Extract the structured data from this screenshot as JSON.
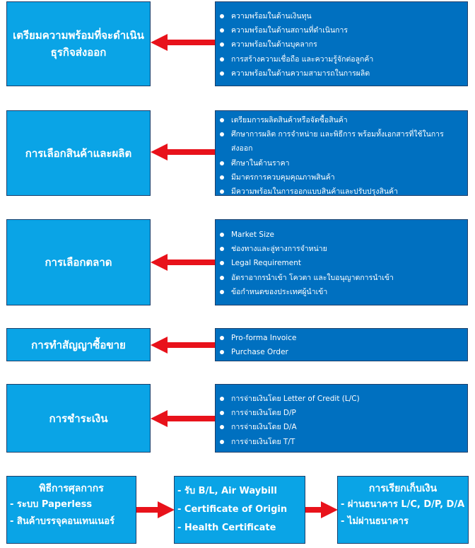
{
  "steps": [
    {
      "title": "เตรียมความพร้อมที่จะดำเนินธุรกิจส่งออก",
      "items": [
        "ความพร้อมในด้านเงินทุน",
        "ความพร้อมในด้านสถานที่ดำเนินการ",
        "ความพร้อมในด้านบุคลากร",
        "การสร้างความเชื่อถือ และความรู้จักต่อลูกค้า",
        "ความพร้อมในด้านความสามารถในการผลิต"
      ]
    },
    {
      "title": "การเลือกสินค้าและผลิต",
      "items": [
        "เตรียมการผลิตสินค้าหรือจัดซื้อสินค้า",
        "ศึกษาการผลิต การจำหน่าย และพิธีการ พร้อมทั้งเอกสารที่ใช้ในการส่งออก",
        "ศึกษาในด้านราคา",
        "มีมาตรการควบคุมคุณภาพสินค้า",
        "มีความพร้อมในการออกแบบสินค้าและปรับปรุงสินค้า"
      ]
    },
    {
      "title": "การเลือกตลาด",
      "items": [
        "Market Size",
        "ช่องทางและลู่ทางการจำหน่าย",
        "Legal Requirement",
        "อัตราอากรนำเข้า โควตา และใบอนุญาตการนำเข้า",
        "ข้อกำหนดของประเทศผู้นำเข้า"
      ]
    },
    {
      "title": "การทำสัญญาซื้อขาย",
      "items": [
        "Pro-forma Invoice",
        "Purchase Order"
      ]
    },
    {
      "title": "การชำระเงิน",
      "items": [
        "การจ่ายเงินโดย Letter of Credit (L/C)",
        "การจ่ายเงินโดย D/P",
        "การจ่ายเงินโดย D/A",
        "การจ่ายเงินโดย T/T"
      ]
    }
  ],
  "bottom": [
    {
      "title": "พิธีการศุลกากร",
      "lines": [
        "- ระบบ Paperless",
        "- สินค้าบรรจุคอนเทนเนอร์"
      ]
    },
    {
      "title": "",
      "lines": [
        "- รับ B/L, Air Waybill",
        "- Certificate of Origin",
        "- Health Certificate"
      ]
    },
    {
      "title": "การเรียกเก็บเงิน",
      "lines": [
        "- ผ่านธนาคาร L/C, D/P, D/A",
        "- ไม่ผ่านธนาคาร"
      ]
    }
  ],
  "colors": {
    "left_box": "#0aa4e6",
    "right_box": "#0070c0",
    "arrow": "#e8121b",
    "border": "#1b3f6b"
  }
}
